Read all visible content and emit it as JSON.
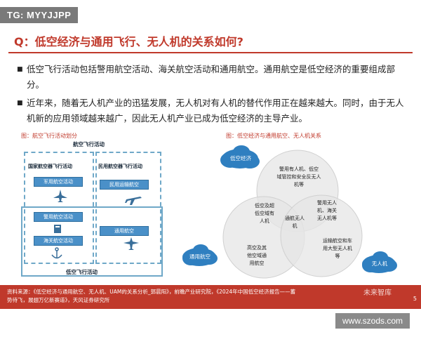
{
  "tg_badge": "TG: MYYJJPP",
  "question": "Q：低空经济与通用飞行、无人机的关系如何?",
  "bullets": [
    {
      "text": "低空飞行活动包括警用航空活动、海关航空活动和通用航空。通用航空是低空经济的重要组成部分。"
    },
    {
      "text": "近年来，随着无人机产业的迅猛发展，无人机对有人机的替代作用正在越来越大。同时，由于无人机新的应用领域越来越广，因此无人机产业已成为低空经济的主导产业。"
    }
  ],
  "left_figure": {
    "title": "图：航空飞行活动划分",
    "top_label": "航空飞行活动",
    "state_label": "国家航空器飞行活动",
    "civil_label": "民用航空器飞行活动",
    "military": "军用航空活动",
    "civil_transport": "民用运输航空",
    "police": "警用航空活动",
    "general": "通用航空",
    "customs": "海关航空活动",
    "low_altitude": "低空飞行活动"
  },
  "right_figure": {
    "title": "图：低空经济与通用航空、无人机关系",
    "cloud_low_altitude": "低空经济",
    "cloud_general": "通用航空",
    "cloud_uav": "无人机",
    "region_top": "警用有人机、低空\n域管控和安全反无人\n机等",
    "region_left": "低空及超\n低空域有\n人机",
    "region_center": "通航无人\n机",
    "region_right_top": "警用无人\n机、海关\n无人机等",
    "region_bottom_left": "高空及其\n他空域通\n用航空",
    "region_bottom_right": "运输航空和车\n用大型无人机\n等"
  },
  "footer": {
    "line1": "资料来源：《低空经济与通用航空、无人机、UAM的关系分析_郭晨阳》，前瞻产业研究院，《2024年中国低空经济报告——蓄",
    "line2": "势待飞，展翅万亿新赛道》，天风证券研究所",
    "page": "5",
    "watermark": "未来智库"
  },
  "url_badge": "www.szods.com",
  "colors": {
    "accent_red": "#c0392b",
    "pill_blue": "#4a90c8",
    "dash_blue": "#6fa8c8",
    "cloud_blue": "#2f7fc0"
  }
}
